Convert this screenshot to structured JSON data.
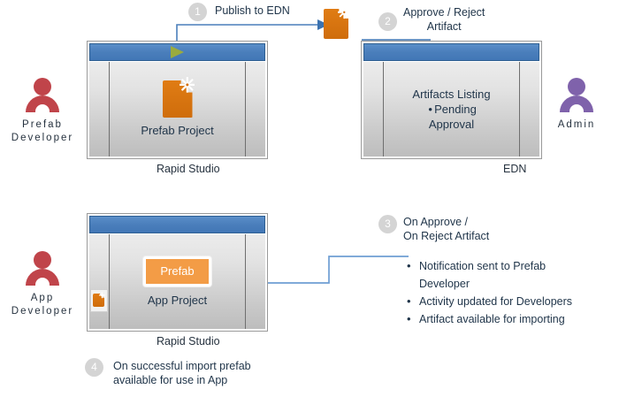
{
  "colors": {
    "titlebar_blue": "#4a7ebb",
    "titlebar_border": "#2e5f92",
    "play_green": "#9aab3f",
    "artifact_orange": "#d4700f",
    "prefab_button_orange": "#f39c46",
    "actor_red": "#c0444a",
    "actor_purple": "#7f62ab",
    "badge_gray": "#d4d4d4",
    "connector_blue": "#4a7ebb",
    "text_dark": "#1f3449"
  },
  "actors": [
    {
      "id": "prefab-developer",
      "label_lines": [
        "Prefab",
        "Developer"
      ],
      "color": "#c0444a"
    },
    {
      "id": "admin",
      "label_lines": [
        "Admin"
      ],
      "color": "#7f62ab"
    },
    {
      "id": "app-developer",
      "label_lines": [
        "App",
        "Developer"
      ],
      "color": "#c0444a"
    }
  ],
  "windows": {
    "prefab_project": {
      "caption": "Rapid Studio",
      "body_label": "Prefab Project",
      "icon_name": "prefab-artifact-icon",
      "has_play_icon": true
    },
    "edn": {
      "caption": "EDN",
      "title": "Artifacts Listing",
      "bullet_lines": [
        "Pending",
        "Approval"
      ],
      "has_play_icon": false
    },
    "app_project": {
      "caption": "Rapid Studio",
      "button_label": "Prefab",
      "body_label": "App Project",
      "sidebar_icon_name": "prefab-artifact-small-icon",
      "has_play_icon": false
    }
  },
  "steps": [
    {
      "number": "1",
      "lines": [
        "Publish to EDN"
      ]
    },
    {
      "number": "2",
      "lines": [
        "Approve / Reject",
        "Artifact"
      ]
    },
    {
      "number": "3",
      "lines": [
        "On Approve /",
        "On Reject Artifact"
      ],
      "bullets": [
        "Notification sent to Prefab",
        "Developer",
        "Activity updated for Developers",
        "Artifact available for importing"
      ]
    },
    {
      "number": "4",
      "lines": [
        "On successful import prefab",
        "available for use in App"
      ]
    }
  ]
}
